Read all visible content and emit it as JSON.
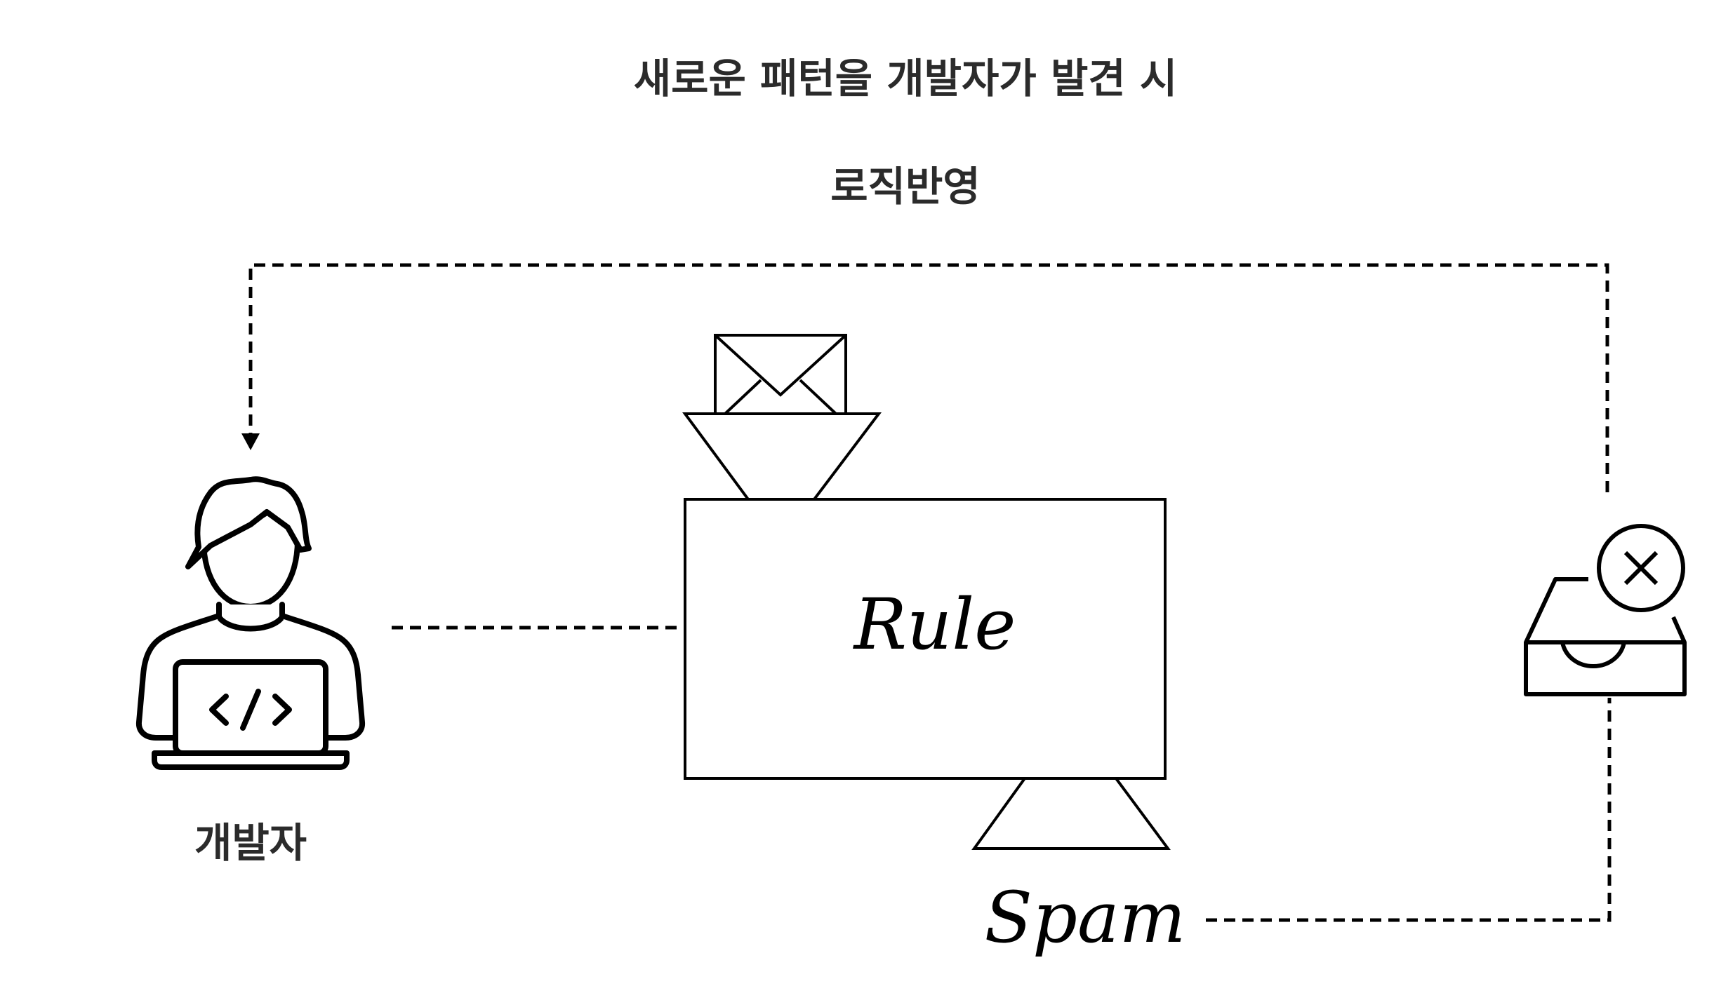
{
  "annotation": {
    "line1": "새로운 패턴을 개발자가 발견 시",
    "line2": "로직반영"
  },
  "developer": {
    "label": "개발자",
    "code_glyph": "</>"
  },
  "rule_box": {
    "label": "Rule"
  },
  "output": {
    "label": "Spam"
  },
  "icons": {
    "developer": "developer-laptop-icon",
    "mail": "envelope-icon",
    "reject_tray": "inbox-reject-icon"
  }
}
